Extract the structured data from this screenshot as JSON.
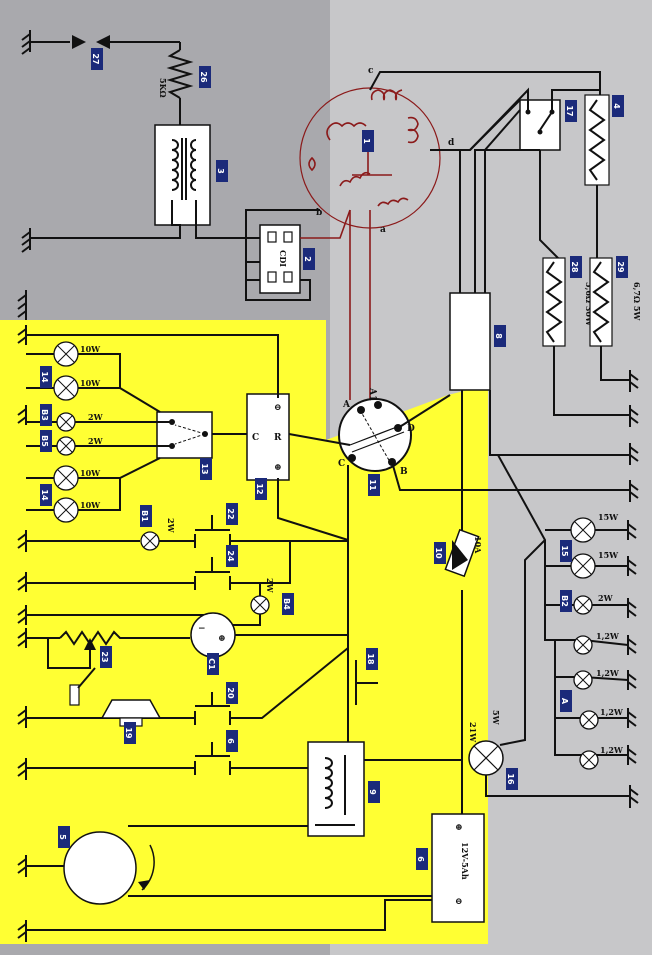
{
  "colors": {
    "background": "#a9a9ad",
    "panel": "#ffff33",
    "wire": "#111111",
    "label_box": "#1b2a7a",
    "stator_wire": "#8b1a1a"
  },
  "components": {
    "alternator": "1",
    "cdi": "2",
    "ignition_coil": "3",
    "coil_4": "4",
    "horn_button_6": "6",
    "battery": "6",
    "regulator": "8",
    "relay": "9",
    "fuse": "10",
    "ignition_switch": "11",
    "rectifier": "12",
    "switch_13": "13",
    "lamp_14_top": "14",
    "lamp_14_bottom": "14",
    "lamp_15": "15",
    "tail_lamp": "16",
    "switch_17": "17",
    "button_18": "18",
    "horn": "19",
    "horn_button": "20",
    "rheostat": "23",
    "button_22": "22",
    "button_24": "24",
    "spark_plug": "27",
    "resistor_26": "26",
    "resistor_28": "28",
    "resistor_29": "29",
    "motor": "5",
    "capacitor": "C1",
    "b1": "B1",
    "b2": "B2",
    "b3": "B3",
    "b4": "B4",
    "b5": "B5",
    "a": "A"
  },
  "ratings": {
    "lamp_14_a": "10W",
    "lamp_14_b": "10W",
    "lamp_b3": "2W",
    "lamp_b5": "2W",
    "lamp_14_c": "10W",
    "lamp_14_d": "10W",
    "lamp_b1": "2W",
    "lamp_b4": "2W",
    "lamp_15_a": "15W",
    "lamp_15_b": "15W",
    "lamp_b2": "2W",
    "lamp_a1": "1,2W",
    "lamp_a2": "1,2W",
    "lamp_a3": "1,2W",
    "lamp_a4": "1,2W",
    "tail_5w": "5W",
    "tail_21w": "21W",
    "fuse": "10A",
    "resistor_26": "5KΩ",
    "resistor_28": "5,6Ω 30W",
    "resistor_29": "6,7Ω 5W",
    "battery": "12V-5Ah"
  },
  "terminals": {
    "cdi": "CDI",
    "plus": "+",
    "minus": "−",
    "minus_rect": "⊖",
    "plus_rect": "⊕",
    "rect_r": "R",
    "rect_c": "C",
    "sw_a": "A",
    "sw_a1": "A1",
    "sw_c": "C",
    "sw_d": "D",
    "sw_b": "B",
    "stator_a": "a",
    "stator_b": "b",
    "stator_c": "c",
    "stator_d": "d"
  }
}
